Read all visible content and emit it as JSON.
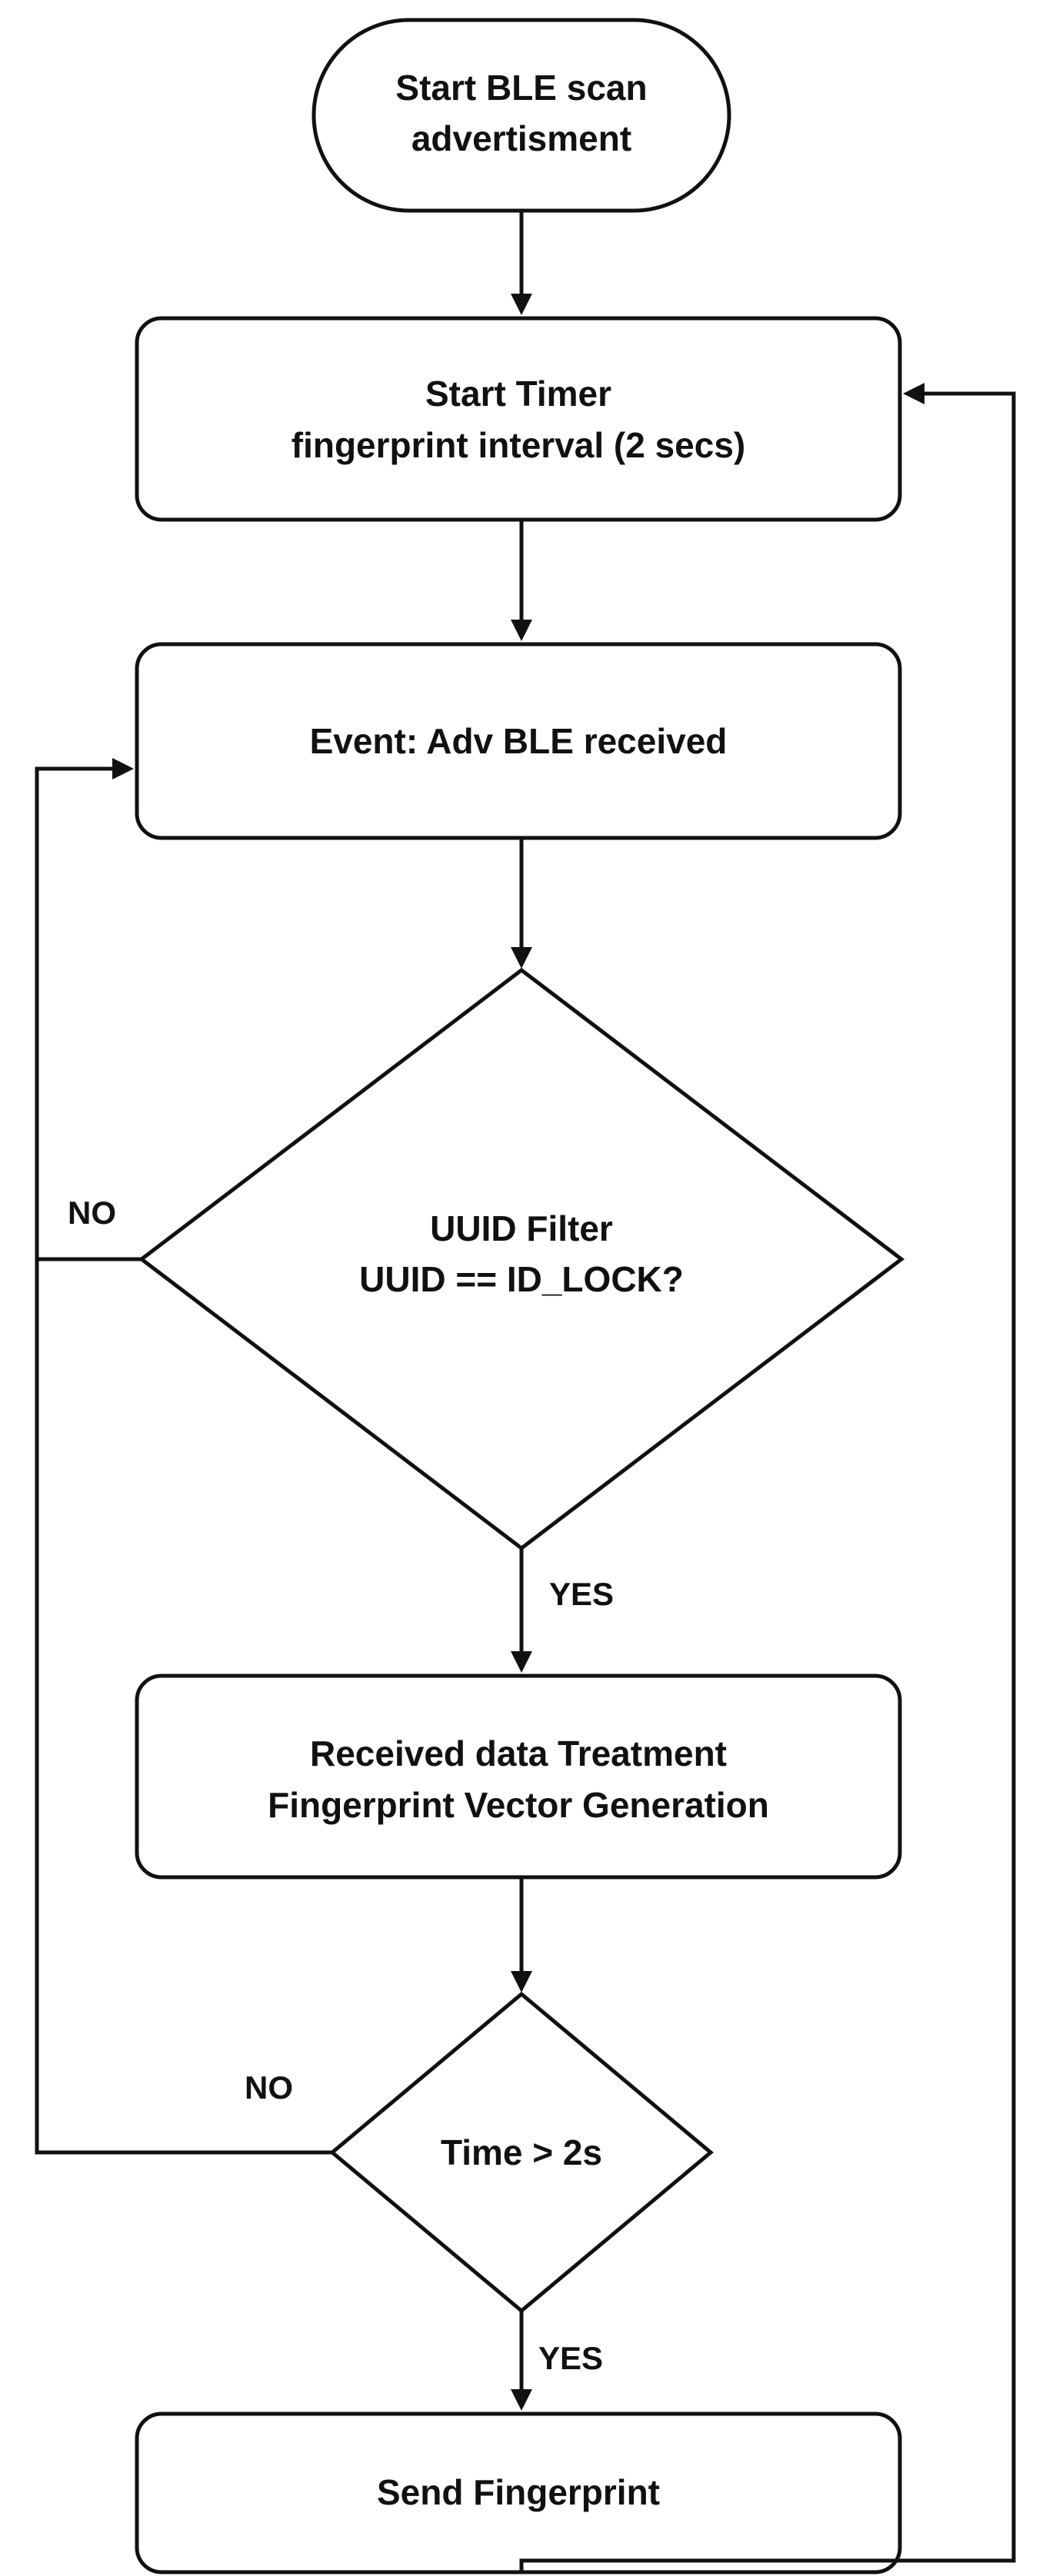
{
  "nodes": {
    "start": {
      "lines": [
        "Start BLE scan",
        "advertisment"
      ]
    },
    "start_timer": {
      "lines": [
        "Start Timer",
        "fingerprint interval (2 secs)"
      ]
    },
    "event": {
      "lines": [
        "Event: Adv BLE received"
      ]
    },
    "uuid_filter": {
      "lines": [
        "UUID Filter",
        "UUID == ID_LOCK?"
      ]
    },
    "treatment": {
      "lines": [
        "Received data Treatment",
        "Fingerprint Vector Generation"
      ]
    },
    "time_check": {
      "lines": [
        "Time > 2s"
      ]
    },
    "send": {
      "lines": [
        "Send Fingerprint"
      ]
    }
  },
  "edge_labels": {
    "uuid_no": "NO",
    "uuid_yes": "YES",
    "time_no": "NO",
    "time_yes": "YES"
  }
}
